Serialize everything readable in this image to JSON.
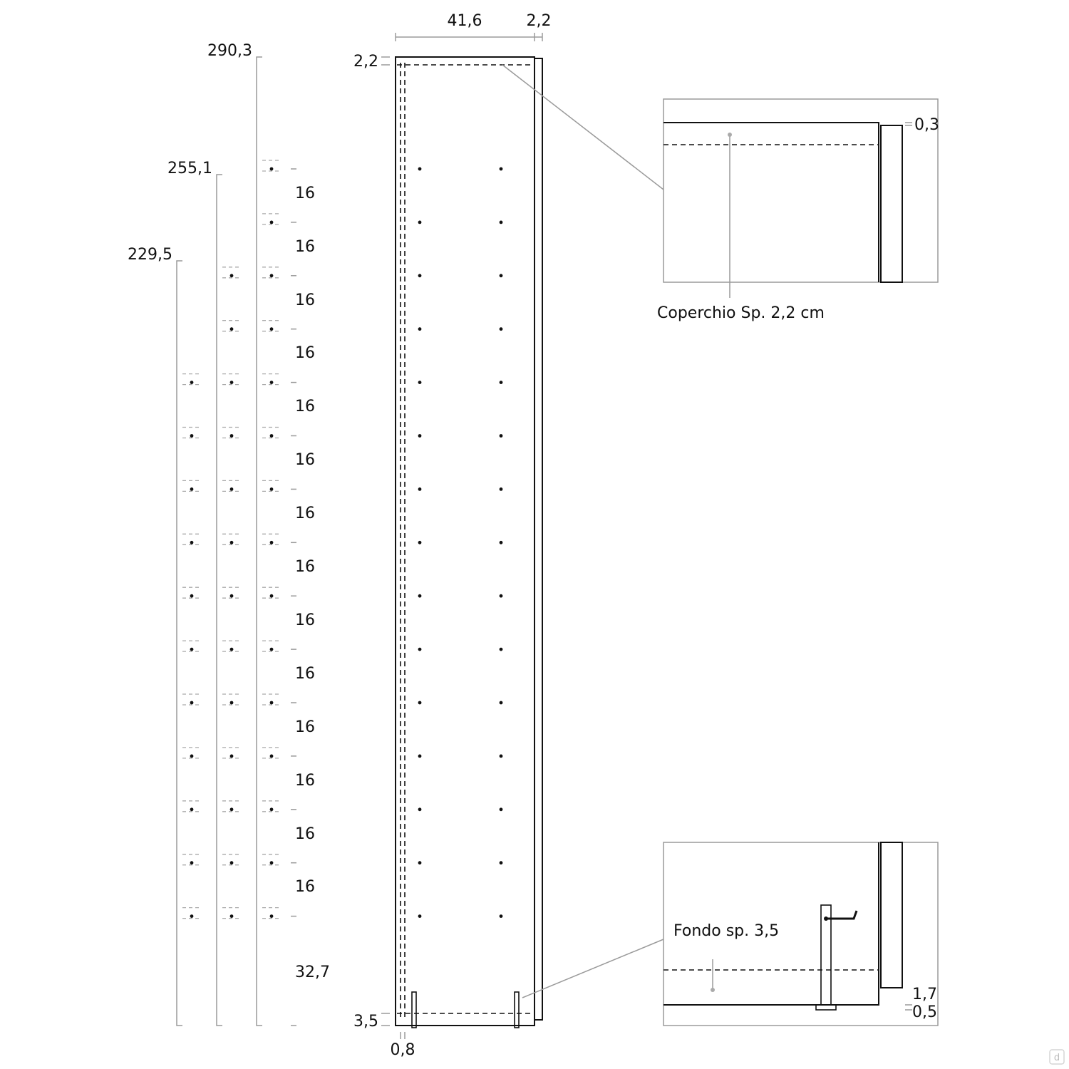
{
  "dimensions": {
    "width_inner": "41,6",
    "width_door": "2,2",
    "top_thickness": "2,2",
    "bottom_thickness": "3,5",
    "back_gap": "0,8",
    "heights": [
      "229,5",
      "255,1",
      "290,3"
    ],
    "step_labels": [
      "16",
      "16",
      "16",
      "16",
      "16",
      "16",
      "16",
      "16",
      "16",
      "16",
      "16",
      "16",
      "16",
      "16"
    ],
    "base_gap": "32,7"
  },
  "detail_top": {
    "dim": "0,3",
    "label": "Coperchio Sp. 2,2 cm"
  },
  "detail_bottom": {
    "dim_a": "1,7",
    "dim_b": "0,5",
    "label": "Fondo sp. 3,5"
  },
  "corner_badge": "d"
}
